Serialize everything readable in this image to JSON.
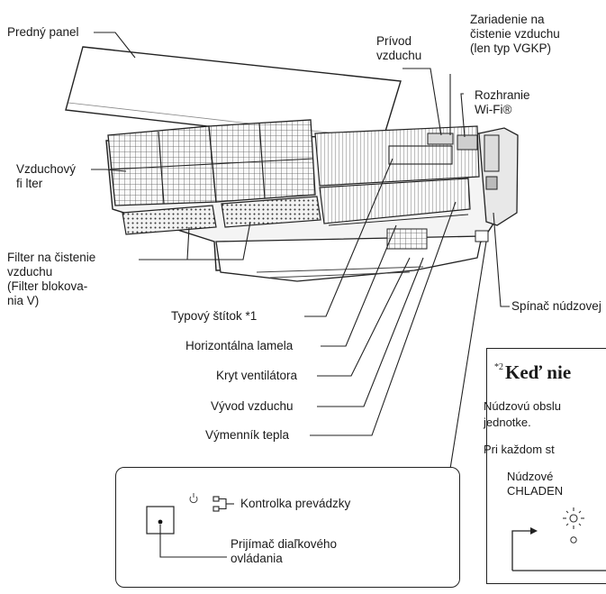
{
  "labels": {
    "front_panel": "Predný panel",
    "air_inlet": "Prívod\nvzduchu",
    "air_cleaner": "Zariadenie na\nčistenie vzduchu\n(len typ VGKP)",
    "wifi": "Rozhranie\nWi-Fi®",
    "air_filter": "Vzduchový\nfi lter",
    "purifying_filter": "Filter na čistenie\nvzduchu\n(Filter blokova-\nnia V)",
    "name_plate": "Typový štítok *1",
    "emergency_switch": "Spínač núdzovej",
    "horizontal_louver": "Horizontálna lamela",
    "fan_cover": "Kryt ventilátora",
    "air_outlet": "Vývod vzduchu",
    "heat_exchanger": "Výmenník tepla"
  },
  "inset": {
    "indicator_label": "Kontrolka prevádzky",
    "receiver_label": "Prijímač diaľkového\novládania"
  },
  "emergency_box": {
    "footnote_mark": "*2",
    "title": "Keď nie",
    "line1": "Núdzovú obslu",
    "line2": "jednotke.",
    "line3": "Pri každom st",
    "mode_line1": "Núdzové",
    "mode_line2": "CHLADEN"
  }
}
